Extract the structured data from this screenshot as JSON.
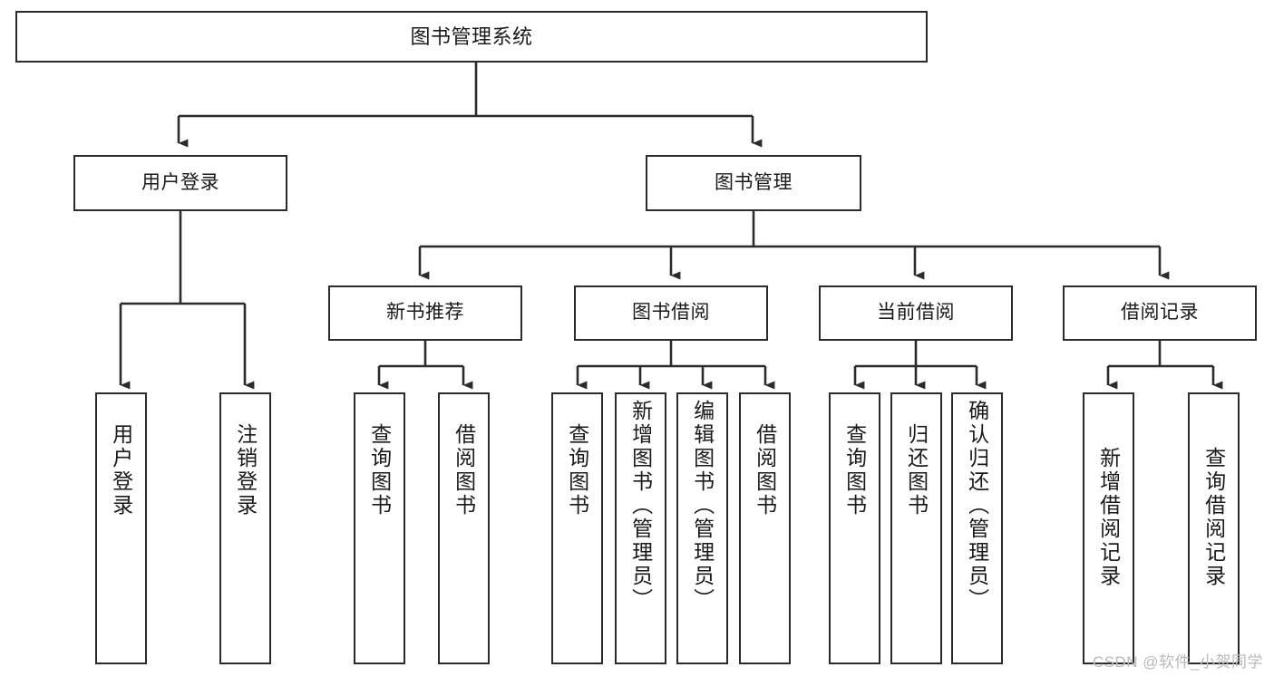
{
  "diagram": {
    "type": "tree-hierarchy-chart",
    "title": "图书管理系统",
    "watermark": "CSDN @软件_小贺同学",
    "colors": {
      "background": "#ffffff",
      "border": "#2b2b2b",
      "edge": "#2b2b2b",
      "text": "#1a1a1a",
      "watermark": "#b9b9b9"
    },
    "nodes": {
      "root": {
        "label": "图书管理系统"
      },
      "level2": [
        {
          "id": "user-login",
          "label": "用户登录"
        },
        {
          "id": "book-manage",
          "label": "图书管理"
        }
      ],
      "level3": [
        {
          "id": "new-book-recommend",
          "label": "新书推荐"
        },
        {
          "id": "book-borrow",
          "label": "图书借阅"
        },
        {
          "id": "current-borrow",
          "label": "当前借阅"
        },
        {
          "id": "borrow-record",
          "label": "借阅记录"
        }
      ],
      "leaves": {
        "user_login": [
          {
            "id": "leaf-user-login",
            "label": "用户登录"
          },
          {
            "id": "leaf-logout-login",
            "label": "注销登录"
          }
        ],
        "new_book_recommend": [
          {
            "id": "leaf-query-book-1",
            "label": "查询图书"
          },
          {
            "id": "leaf-borrow-book-1",
            "label": "借阅图书"
          }
        ],
        "book_borrow": [
          {
            "id": "leaf-query-book-2",
            "label": "查询图书"
          },
          {
            "id": "leaf-add-book",
            "label": "新增图书（管理员）"
          },
          {
            "id": "leaf-edit-book",
            "label": "编辑图书（管理员）"
          },
          {
            "id": "leaf-borrow-book-2",
            "label": "借阅图书"
          }
        ],
        "current_borrow": [
          {
            "id": "leaf-query-book-3",
            "label": "查询图书"
          },
          {
            "id": "leaf-return-book",
            "label": "归还图书"
          },
          {
            "id": "leaf-confirm-return",
            "label": "确认归还（管理员）"
          }
        ],
        "borrow_record": [
          {
            "id": "leaf-add-record",
            "label": "新增借阅记录"
          },
          {
            "id": "leaf-query-record",
            "label": "查询借阅记录"
          }
        ]
      }
    }
  }
}
